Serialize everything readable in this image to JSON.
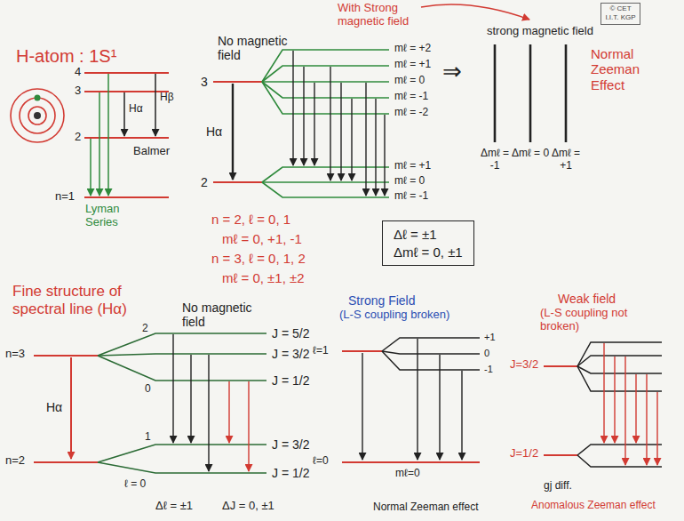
{
  "diagram": {
    "nodes": [
      {
        "text": [
          "Δℓ = ±1",
          "Δmℓ = 0, ±1"
        ]
      },
      {
        "text": [
          "© CET",
          "I.I.T. KGP"
        ]
      }
    ],
    "labels": [
      "H-atom : 1S¹",
      "4",
      "3",
      "2",
      "n=1",
      "Hα",
      "Hβ",
      "Balmer",
      "Lyman Series",
      "No magnetic field",
      "3",
      "2",
      "Hα",
      "With Strong magnetic field",
      "mℓ = +2",
      "mℓ = +1",
      "mℓ = 0",
      "mℓ = -1",
      "mℓ = -2",
      "mℓ = +1",
      "mℓ = 0",
      "mℓ = -1",
      "⇒",
      "strong magnetic field",
      "Δmℓ = -1",
      "Δmℓ = 0",
      "Δmℓ = +1",
      "Normal Zeeman Effect",
      "n = 2, ℓ = 0, 1",
      "mℓ = 0, +1, -1",
      "n = 3, ℓ = 0, 1, 2",
      "mℓ = 0, ±1, ±2",
      "Fine structure of spectral line (Hα)",
      "n=3",
      "n=2",
      "Hα",
      "No magnetic field",
      "2",
      "0",
      "1",
      "ℓ = 0",
      "J = 5/2",
      "J = 3/2",
      "J = 1/2",
      "J = 3/2",
      "J = 1/2",
      "Δℓ = ±1",
      "ΔJ = 0, ±1",
      "Strong Field",
      "(L-S coupling broken)",
      "ℓ=1",
      "+1",
      "0",
      "-1",
      "ℓ=0",
      "mℓ=0",
      "Normal Zeeman effect",
      "Weak field",
      "(L-S coupling not broken)",
      "J=3/2",
      "J=1/2",
      "gj diff.",
      "Anomalous Zeeman effect"
    ]
  }
}
